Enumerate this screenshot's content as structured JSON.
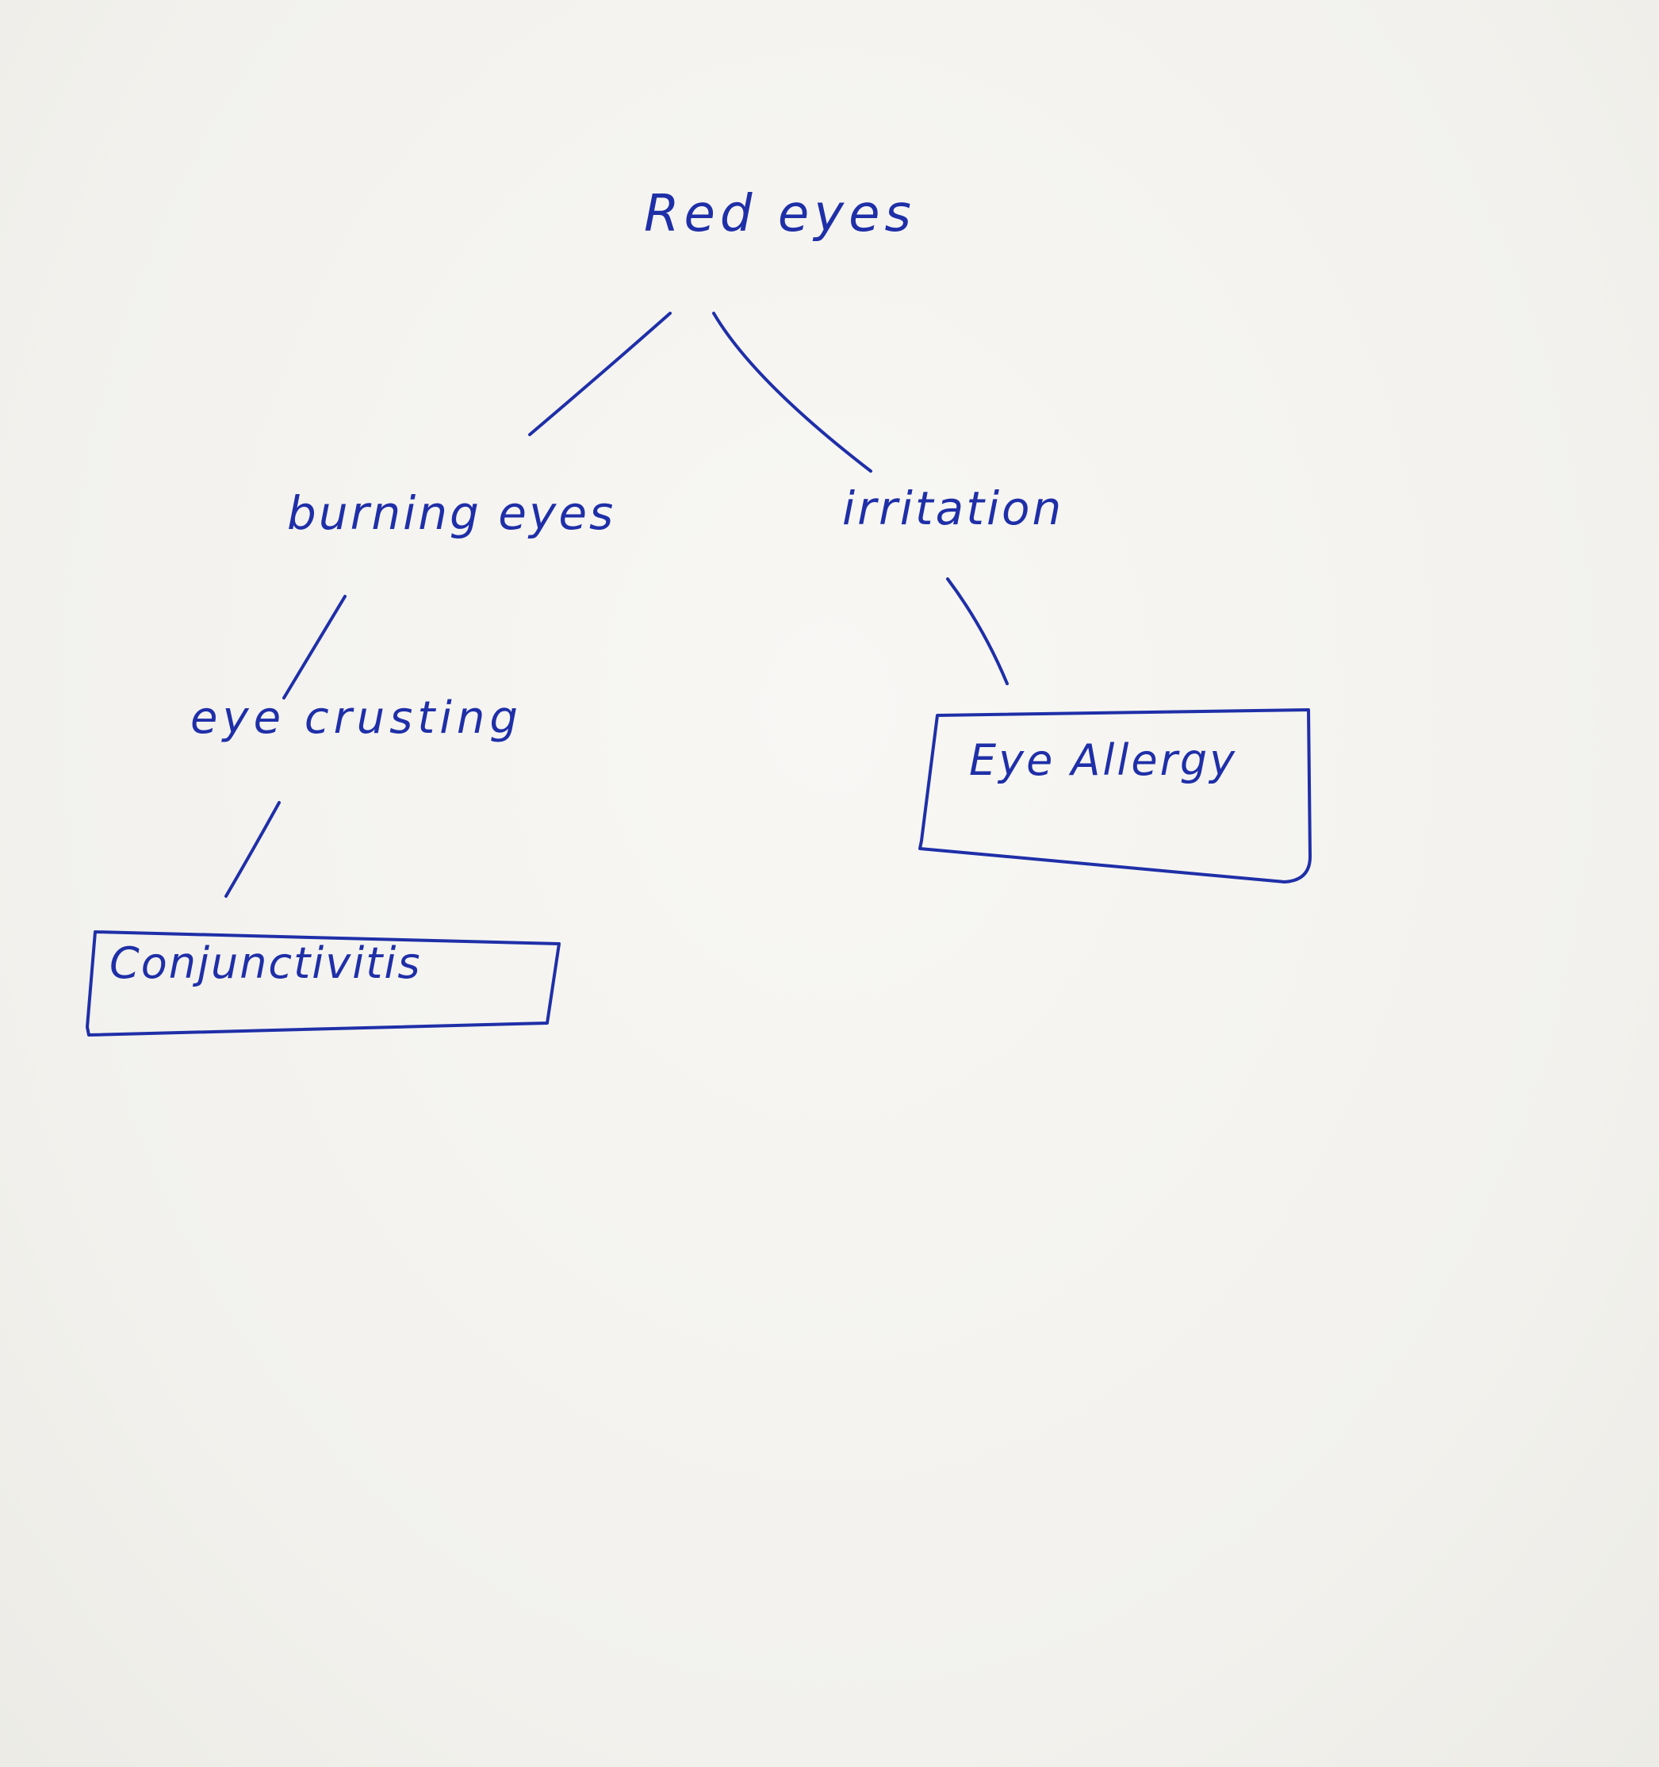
{
  "diagram": {
    "nodes": {
      "root": "Red eyes",
      "left_child": "burning eyes",
      "right_child": "irritation",
      "left_grandchild": "eye crusting",
      "right_leaf": "Eye Allergy",
      "left_leaf": "Conjunctivitis"
    },
    "ink_color": "#1f2fa8",
    "paper_color": "#f4f3f0"
  }
}
